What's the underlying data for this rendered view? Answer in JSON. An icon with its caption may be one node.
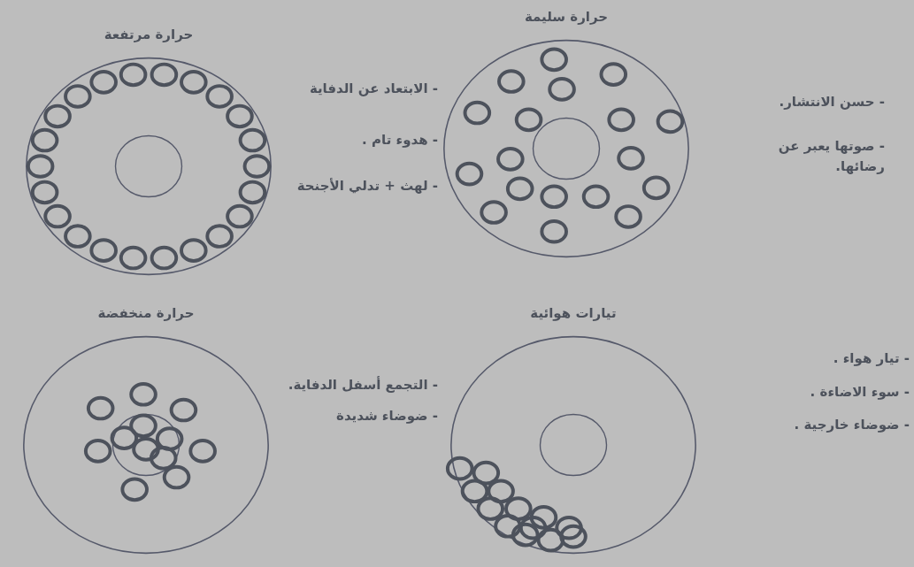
{
  "diagram": {
    "nodes": [
      {
        "text": [
          "حرارة سليمة"
        ]
      },
      {
        "text": [
          "حرارة مرتفعة"
        ]
      },
      {
        "text": [
          "تيارات هوائية"
        ]
      },
      {
        "text": [
          "حرارة منخفضة"
        ]
      }
    ],
    "labels": [
      "- حسن الانتشار.",
      "- صوتها يعبر عن رضائها.",
      "- الابتعاد عن الدفاية",
      "- هدوء تام .",
      "- لهث + تدلي الأجنحة",
      "- تيار هواء .",
      "- سوء الاضاءة .",
      "- ضوضاء خارجية .",
      "- التجمع أسفل الدفاية.",
      "- ضوضاء شديدة"
    ]
  }
}
